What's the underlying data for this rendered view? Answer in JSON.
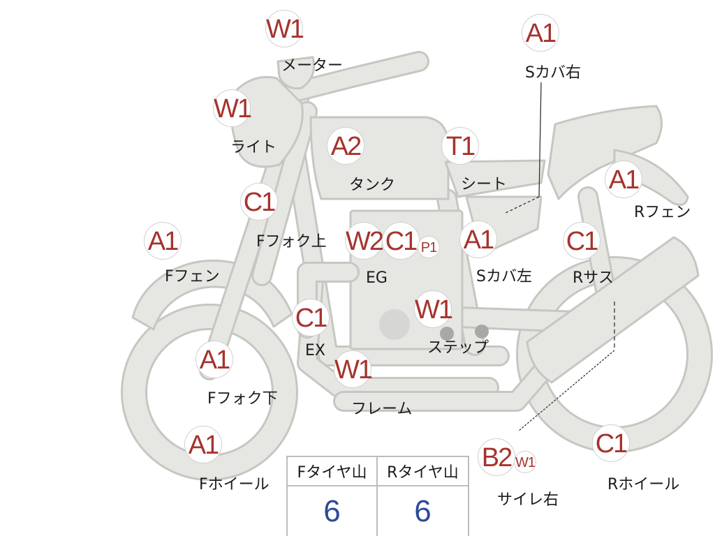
{
  "parts": [
    {
      "id": "meter",
      "grade": "W1",
      "label": "メーター"
    },
    {
      "id": "light",
      "grade": "W1",
      "label": "ライト"
    },
    {
      "id": "tank",
      "grade": "A2",
      "label": "タンク"
    },
    {
      "id": "seat",
      "grade": "T1",
      "label": "シート"
    },
    {
      "id": "side-cover-right",
      "grade": "A1",
      "label": "Sカバ右"
    },
    {
      "id": "rear-fender",
      "grade": "A1",
      "label": "Rフェン"
    },
    {
      "id": "front-fork-upper",
      "grade": "C1",
      "label": "Fフォク上"
    },
    {
      "id": "front-fender",
      "grade": "A1",
      "label": "Fフェン"
    },
    {
      "id": "engine",
      "grade": "W2",
      "grade2": "C1",
      "grade3": "P1",
      "label": "EG"
    },
    {
      "id": "side-cover-left",
      "grade": "A1",
      "label": "Sカバ左"
    },
    {
      "id": "rear-suspension",
      "grade": "C1",
      "label": "Rサス"
    },
    {
      "id": "exhaust",
      "grade": "C1",
      "label": "EX"
    },
    {
      "id": "step",
      "grade": "W1",
      "label": "ステップ"
    },
    {
      "id": "front-fork-lower",
      "grade": "A1",
      "label": "Fフォク下"
    },
    {
      "id": "frame",
      "grade": "W1",
      "label": "フレーム"
    },
    {
      "id": "front-wheel",
      "grade": "A1",
      "label": "Fホイール"
    },
    {
      "id": "muffler-right",
      "grade": "B2",
      "grade2": "W1",
      "label": "サイレ右"
    },
    {
      "id": "rear-wheel",
      "grade": "C1",
      "label": "Rホイール"
    }
  ],
  "tread": {
    "front_label": "Fタイヤ山",
    "rear_label": "Rタイヤ山",
    "front_value": "6",
    "rear_value": "6"
  },
  "colors": {
    "grade_text": "#a5332e",
    "tread_value": "#2c4a9a",
    "part_fill": "#e6e6e2",
    "part_outline": "#c6c6c2"
  }
}
